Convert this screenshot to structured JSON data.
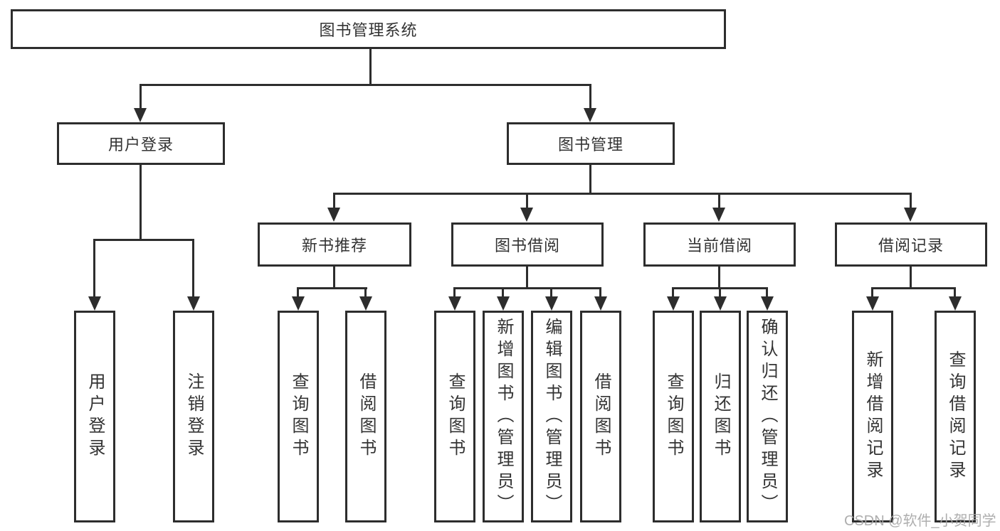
{
  "tree": {
    "label": "图书管理系统",
    "children": [
      {
        "label": "用户登录",
        "children": [
          {
            "label": "用户登录"
          },
          {
            "label": "注销登录"
          }
        ]
      },
      {
        "label": "图书管理",
        "children": [
          {
            "label": "新书推荐",
            "children": [
              {
                "label": "查询图书"
              },
              {
                "label": "借阅图书"
              }
            ]
          },
          {
            "label": "图书借阅",
            "children": [
              {
                "label": "查询图书"
              },
              {
                "label": "新增图书（管理员）"
              },
              {
                "label": "编辑图书（管理员）"
              },
              {
                "label": "借阅图书"
              }
            ]
          },
          {
            "label": "当前借阅",
            "children": [
              {
                "label": "查询图书"
              },
              {
                "label": "归还图书"
              },
              {
                "label": "确认归还（管理员）"
              }
            ]
          },
          {
            "label": "借阅记录",
            "children": [
              {
                "label": "新增借阅记录"
              },
              {
                "label": "查询借阅记录"
              }
            ]
          }
        ]
      }
    ]
  },
  "watermark": "CSDN @软件_小贺同学",
  "colors": {
    "line": "#2d2d2d",
    "text": "#333333",
    "watermark": "#a5a5a5",
    "background": "#ffffff"
  }
}
